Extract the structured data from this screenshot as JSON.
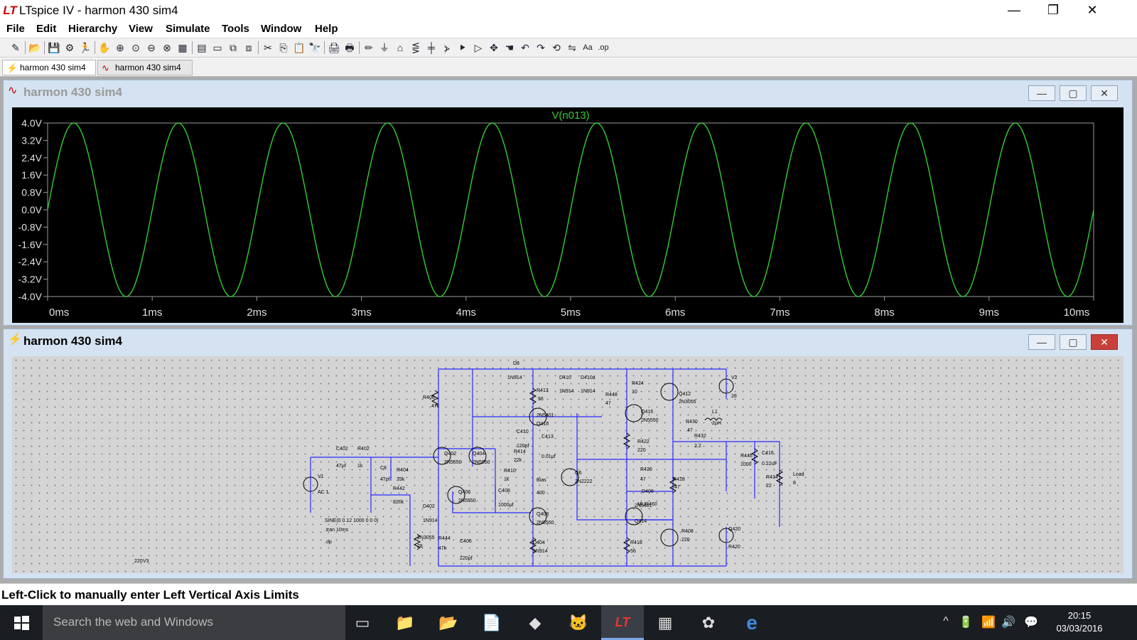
{
  "app": {
    "title": "LTspice IV - harmon 430 sim4",
    "icon": "ltspice-icon"
  },
  "menu": [
    "File",
    "Edit",
    "Hierarchy",
    "View",
    "Simulate",
    "Tools",
    "Window",
    "Help"
  ],
  "toolbar": {
    "icons": [
      "new-schematic-icon",
      "open-icon",
      "save-icon",
      "control-panel-icon",
      "run-icon",
      "halt-icon",
      "zoom-in-icon",
      "zoom-pan-icon",
      "zoom-out-icon",
      "zoom-cancel-icon",
      "autorange-icon",
      "fit-icon",
      "tile-horizontal-icon",
      "cascade-icon",
      "close-all-icon",
      "cut-icon",
      "copy-icon",
      "paste-icon",
      "find-icon",
      "print-icon",
      "print-setup-icon",
      "draw-wire-icon",
      "ground-icon",
      "label-net-icon",
      "resistor-icon",
      "capacitor-icon",
      "inductor-icon",
      "diode-icon",
      "component-icon",
      "move-icon",
      "drag-icon",
      "undo-icon",
      "redo-icon",
      "rotate-icon",
      "mirror-icon",
      "text-icon",
      "spice-directive-icon"
    ],
    "glyphs": [
      "✎",
      "📂",
      "💾",
      "⚙",
      "🏃",
      "✋",
      "⊕",
      "⊙",
      "⊖",
      "⊗",
      "▦",
      "▤",
      "▭",
      "⧉",
      "⧈",
      "✂",
      "⎘",
      "📋",
      "🔭",
      "🖨",
      "🖶",
      "✏",
      "⏚",
      "⌂",
      "⋚",
      "╪",
      "⦔",
      "⯈",
      "▷",
      "✥",
      "☚",
      "↶",
      "↷",
      "⟲",
      "⇋",
      "Aa",
      ".op"
    ],
    "text_labels": {
      "text-icon": "Aa",
      "spice-directive-icon": ".op"
    }
  },
  "tabs": [
    {
      "label": "harmon 430 sim4",
      "icon": "schematic-icon",
      "active": true
    },
    {
      "label": "harmon 430 sim4",
      "icon": "waveform-icon",
      "active": false
    }
  ],
  "plot_window": {
    "title": "harmon 430 sim4",
    "trace_label": "V(n013)",
    "trace_color": "#33cc33",
    "chart_data": {
      "type": "line",
      "series": [
        {
          "name": "V(n013)",
          "waveform": "sine",
          "amplitude": 4.0,
          "offset": 0.0,
          "frequency_hz": 1000
        }
      ],
      "x": [
        0,
        10
      ],
      "xlim": [
        0,
        10
      ],
      "ylim": [
        -4.0,
        4.0
      ],
      "xticks": [
        "0ms",
        "1ms",
        "2ms",
        "3ms",
        "4ms",
        "5ms",
        "6ms",
        "7ms",
        "8ms",
        "9ms",
        "10ms"
      ],
      "yticks": [
        "4.0V",
        "3.2V",
        "2.4V",
        "1.6V",
        "0.8V",
        "0.0V",
        "-0.8V",
        "-1.6V",
        "-2.4V",
        "-3.2V",
        "-4.0V"
      ]
    }
  },
  "schematic_window": {
    "title": "harmon 430 sim4",
    "directives": [
      "SINE(0 0.12 1000 0 0 0)",
      ".tran 10ms",
      ".op"
    ],
    "labels": [
      "D8",
      "1N914",
      "R406",
      "47k",
      "R413",
      "56",
      "D410",
      "1N914",
      "D410a",
      "1N914",
      "R424",
      "10",
      "Q412",
      "2N3055",
      "V2",
      "28",
      "R448",
      "47",
      "Q416",
      "2N5550",
      "2N5401",
      "Q410",
      "R430",
      ".47",
      "L1",
      "2μH",
      "C410",
      "120pf",
      "R414",
      "22k",
      "C413",
      "0.01μf",
      "R422",
      "220",
      "R432",
      "2.2",
      "C416",
      "0.22uF",
      "R446",
      "1000",
      "Load",
      "8",
      "R434",
      "22",
      "C402",
      "47μf",
      "R402",
      "1k",
      "C8",
      "47pf",
      "Q402",
      "2N5550",
      "Q404",
      "2N5550",
      "R404",
      "33k",
      "R410",
      "1k",
      "Q6",
      "2N2222",
      "R426",
      "47",
      "V1",
      "AC 1",
      "R442",
      "820k",
      "Q406",
      "2N5550",
      "Bias",
      "400",
      "D408",
      "MUR460",
      "R428",
      ".47",
      "D402",
      "1N914",
      "C408",
      "1000μf",
      "Q408",
      "2N5550",
      "2N5401",
      "Q414",
      "R408",
      "220",
      "Q420",
      "2N3055",
      "28",
      "R444",
      "47k",
      "C406",
      "220μf",
      "D404",
      "1N914",
      "R418",
      "56",
      "R420",
      "220",
      "V3"
    ]
  },
  "status": "Left-Click to manually enter Left Vertical Axis Limits",
  "taskbar": {
    "search_placeholder": "Search the web and Windows",
    "apps": [
      {
        "name": "task-view-icon",
        "glyph": "▭"
      },
      {
        "name": "file-explorer-icon",
        "glyph": "📁"
      },
      {
        "name": "folder-icon",
        "glyph": "📂"
      },
      {
        "name": "document-icon",
        "glyph": "📄"
      },
      {
        "name": "app-icon",
        "glyph": "◆"
      },
      {
        "name": "cat-icon",
        "glyph": "🐱"
      },
      {
        "name": "ltspice-taskbar-icon",
        "glyph": "LT"
      },
      {
        "name": "calculator-icon",
        "glyph": "▦"
      },
      {
        "name": "media-icon",
        "glyph": "✿"
      },
      {
        "name": "edge-icon",
        "glyph": "e"
      }
    ],
    "tray": [
      "^",
      "🔋",
      "📶",
      "🔊",
      "💬"
    ],
    "time": "20:15",
    "date": "03/03/2016"
  }
}
